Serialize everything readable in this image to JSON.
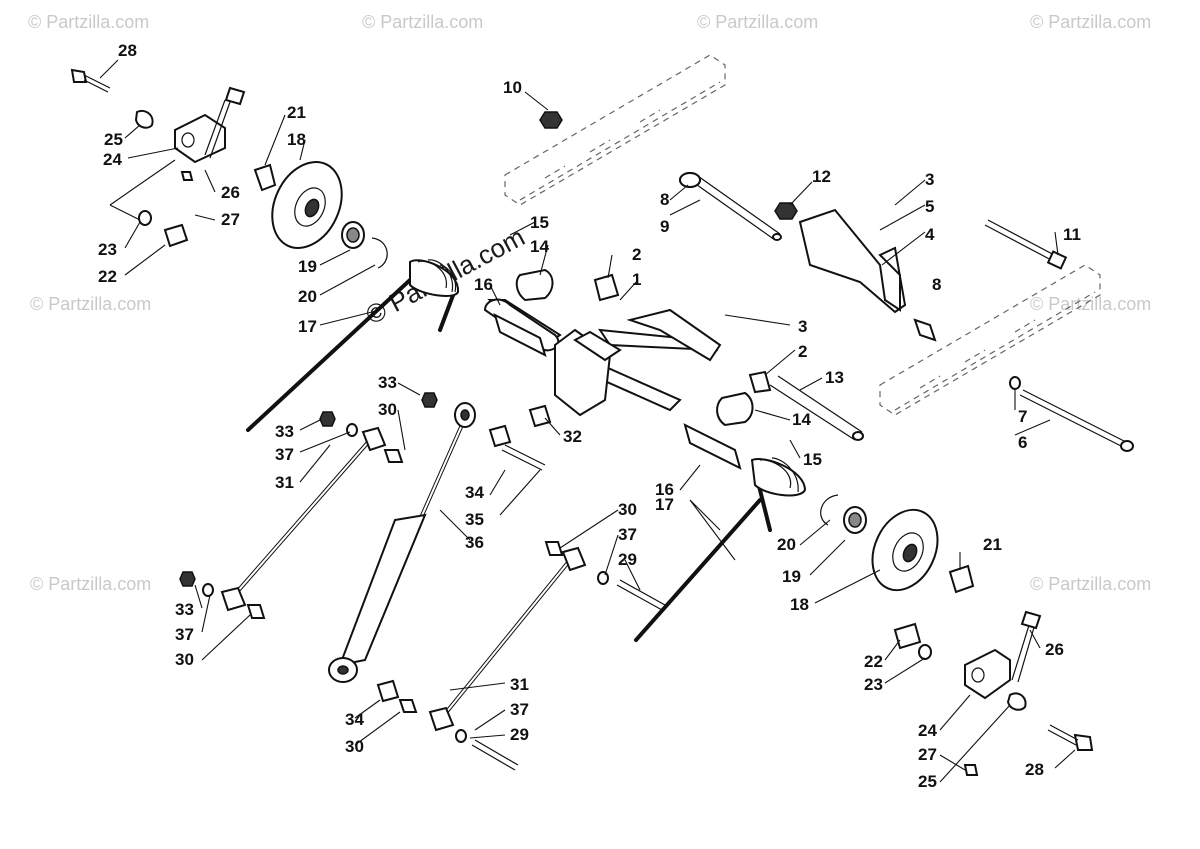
{
  "watermark": {
    "text": "© Partzilla.com",
    "center_text": "© Partzilla.com"
  },
  "callouts": [
    {
      "id": "c28a",
      "text": "28"
    },
    {
      "id": "c25a",
      "text": "25"
    },
    {
      "id": "c24a",
      "text": "24"
    },
    {
      "id": "c26a",
      "text": "26"
    },
    {
      "id": "c27a",
      "text": "27"
    },
    {
      "id": "c23a",
      "text": "23"
    },
    {
      "id": "c22a",
      "text": "22"
    },
    {
      "id": "c21a",
      "text": "21"
    },
    {
      "id": "c18a",
      "text": "18"
    },
    {
      "id": "c19a",
      "text": "19"
    },
    {
      "id": "c20a",
      "text": "20"
    },
    {
      "id": "c17a",
      "text": "17"
    },
    {
      "id": "c10",
      "text": "10"
    },
    {
      "id": "c8a",
      "text": "8"
    },
    {
      "id": "c9",
      "text": "9"
    },
    {
      "id": "c12",
      "text": "12"
    },
    {
      "id": "c3a",
      "text": "3"
    },
    {
      "id": "c5",
      "text": "5"
    },
    {
      "id": "c4",
      "text": "4"
    },
    {
      "id": "c11",
      "text": "11"
    },
    {
      "id": "c8b",
      "text": "8"
    },
    {
      "id": "c15a",
      "text": "15"
    },
    {
      "id": "c14a",
      "text": "14"
    },
    {
      "id": "c2a",
      "text": "2"
    },
    {
      "id": "c1",
      "text": "1"
    },
    {
      "id": "c16a",
      "text": "16"
    },
    {
      "id": "c3b",
      "text": "3"
    },
    {
      "id": "c2b",
      "text": "2"
    },
    {
      "id": "c13",
      "text": "13"
    },
    {
      "id": "c7",
      "text": "7"
    },
    {
      "id": "c6",
      "text": "6"
    },
    {
      "id": "c33a",
      "text": "33"
    },
    {
      "id": "c30a",
      "text": "30"
    },
    {
      "id": "c33b",
      "text": "33"
    },
    {
      "id": "c37a",
      "text": "37"
    },
    {
      "id": "c31a",
      "text": "31"
    },
    {
      "id": "c32",
      "text": "32"
    },
    {
      "id": "c14b",
      "text": "14"
    },
    {
      "id": "c15b",
      "text": "15"
    },
    {
      "id": "c34a",
      "text": "34"
    },
    {
      "id": "c35",
      "text": "35"
    },
    {
      "id": "c36",
      "text": "36"
    },
    {
      "id": "c16b",
      "text": "16"
    },
    {
      "id": "c17b",
      "text": "17"
    },
    {
      "id": "c30b",
      "text": "30"
    },
    {
      "id": "c37b",
      "text": "37"
    },
    {
      "id": "c29a",
      "text": "29"
    },
    {
      "id": "c20b",
      "text": "20"
    },
    {
      "id": "c19b",
      "text": "19"
    },
    {
      "id": "c21b",
      "text": "21"
    },
    {
      "id": "c18b",
      "text": "18"
    },
    {
      "id": "c26b",
      "text": "26"
    },
    {
      "id": "c33c",
      "text": "33"
    },
    {
      "id": "c37c",
      "text": "37"
    },
    {
      "id": "c30c",
      "text": "30"
    },
    {
      "id": "c22b",
      "text": "22"
    },
    {
      "id": "c23b",
      "text": "23"
    },
    {
      "id": "c31b",
      "text": "31"
    },
    {
      "id": "c37d",
      "text": "37"
    },
    {
      "id": "c29b",
      "text": "29"
    },
    {
      "id": "c34b",
      "text": "34"
    },
    {
      "id": "c30d",
      "text": "30"
    },
    {
      "id": "c24b",
      "text": "24"
    },
    {
      "id": "c27b",
      "text": "27"
    },
    {
      "id": "c25b",
      "text": "25"
    },
    {
      "id": "c28b",
      "text": "28"
    }
  ]
}
